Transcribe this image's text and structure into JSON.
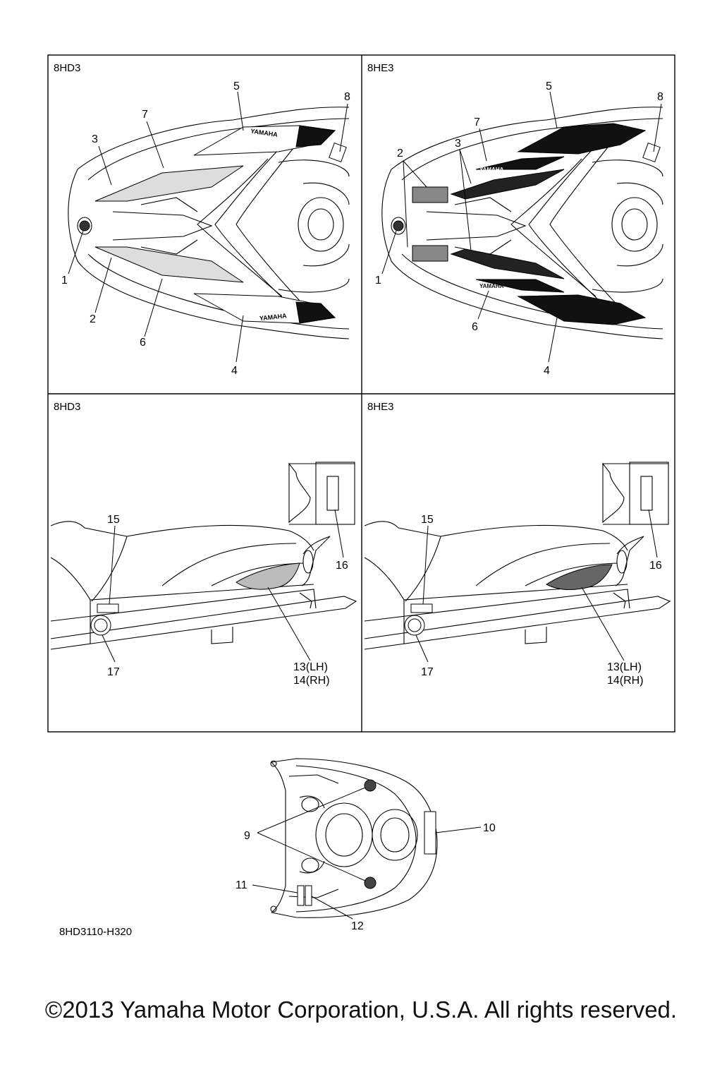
{
  "panels": [
    {
      "id": "top-left",
      "title": "8HD3"
    },
    {
      "id": "top-right",
      "title": "8HE3"
    },
    {
      "id": "mid-left",
      "title": "8HD3"
    },
    {
      "id": "mid-right",
      "title": "8HE3"
    }
  ],
  "callouts": {
    "tl": [
      "1",
      "2",
      "3",
      "4",
      "5",
      "6",
      "7",
      "8"
    ],
    "tr": [
      "1",
      "2",
      "3",
      "4",
      "5",
      "6",
      "7",
      "8"
    ],
    "ml": [
      "15",
      "16",
      "17",
      "13(LH)",
      "14(RH)"
    ],
    "mr": [
      "15",
      "16",
      "17",
      "13(LH)",
      "14(RH)"
    ],
    "bottom": [
      "9",
      "10",
      "11",
      "12"
    ]
  },
  "decal_text": {
    "brand": "YAMAHA"
  },
  "figure_code": "8HD3110-H320",
  "copyright": "©2013 Yamaha Motor Corporation, U.S.A. All rights reserved."
}
